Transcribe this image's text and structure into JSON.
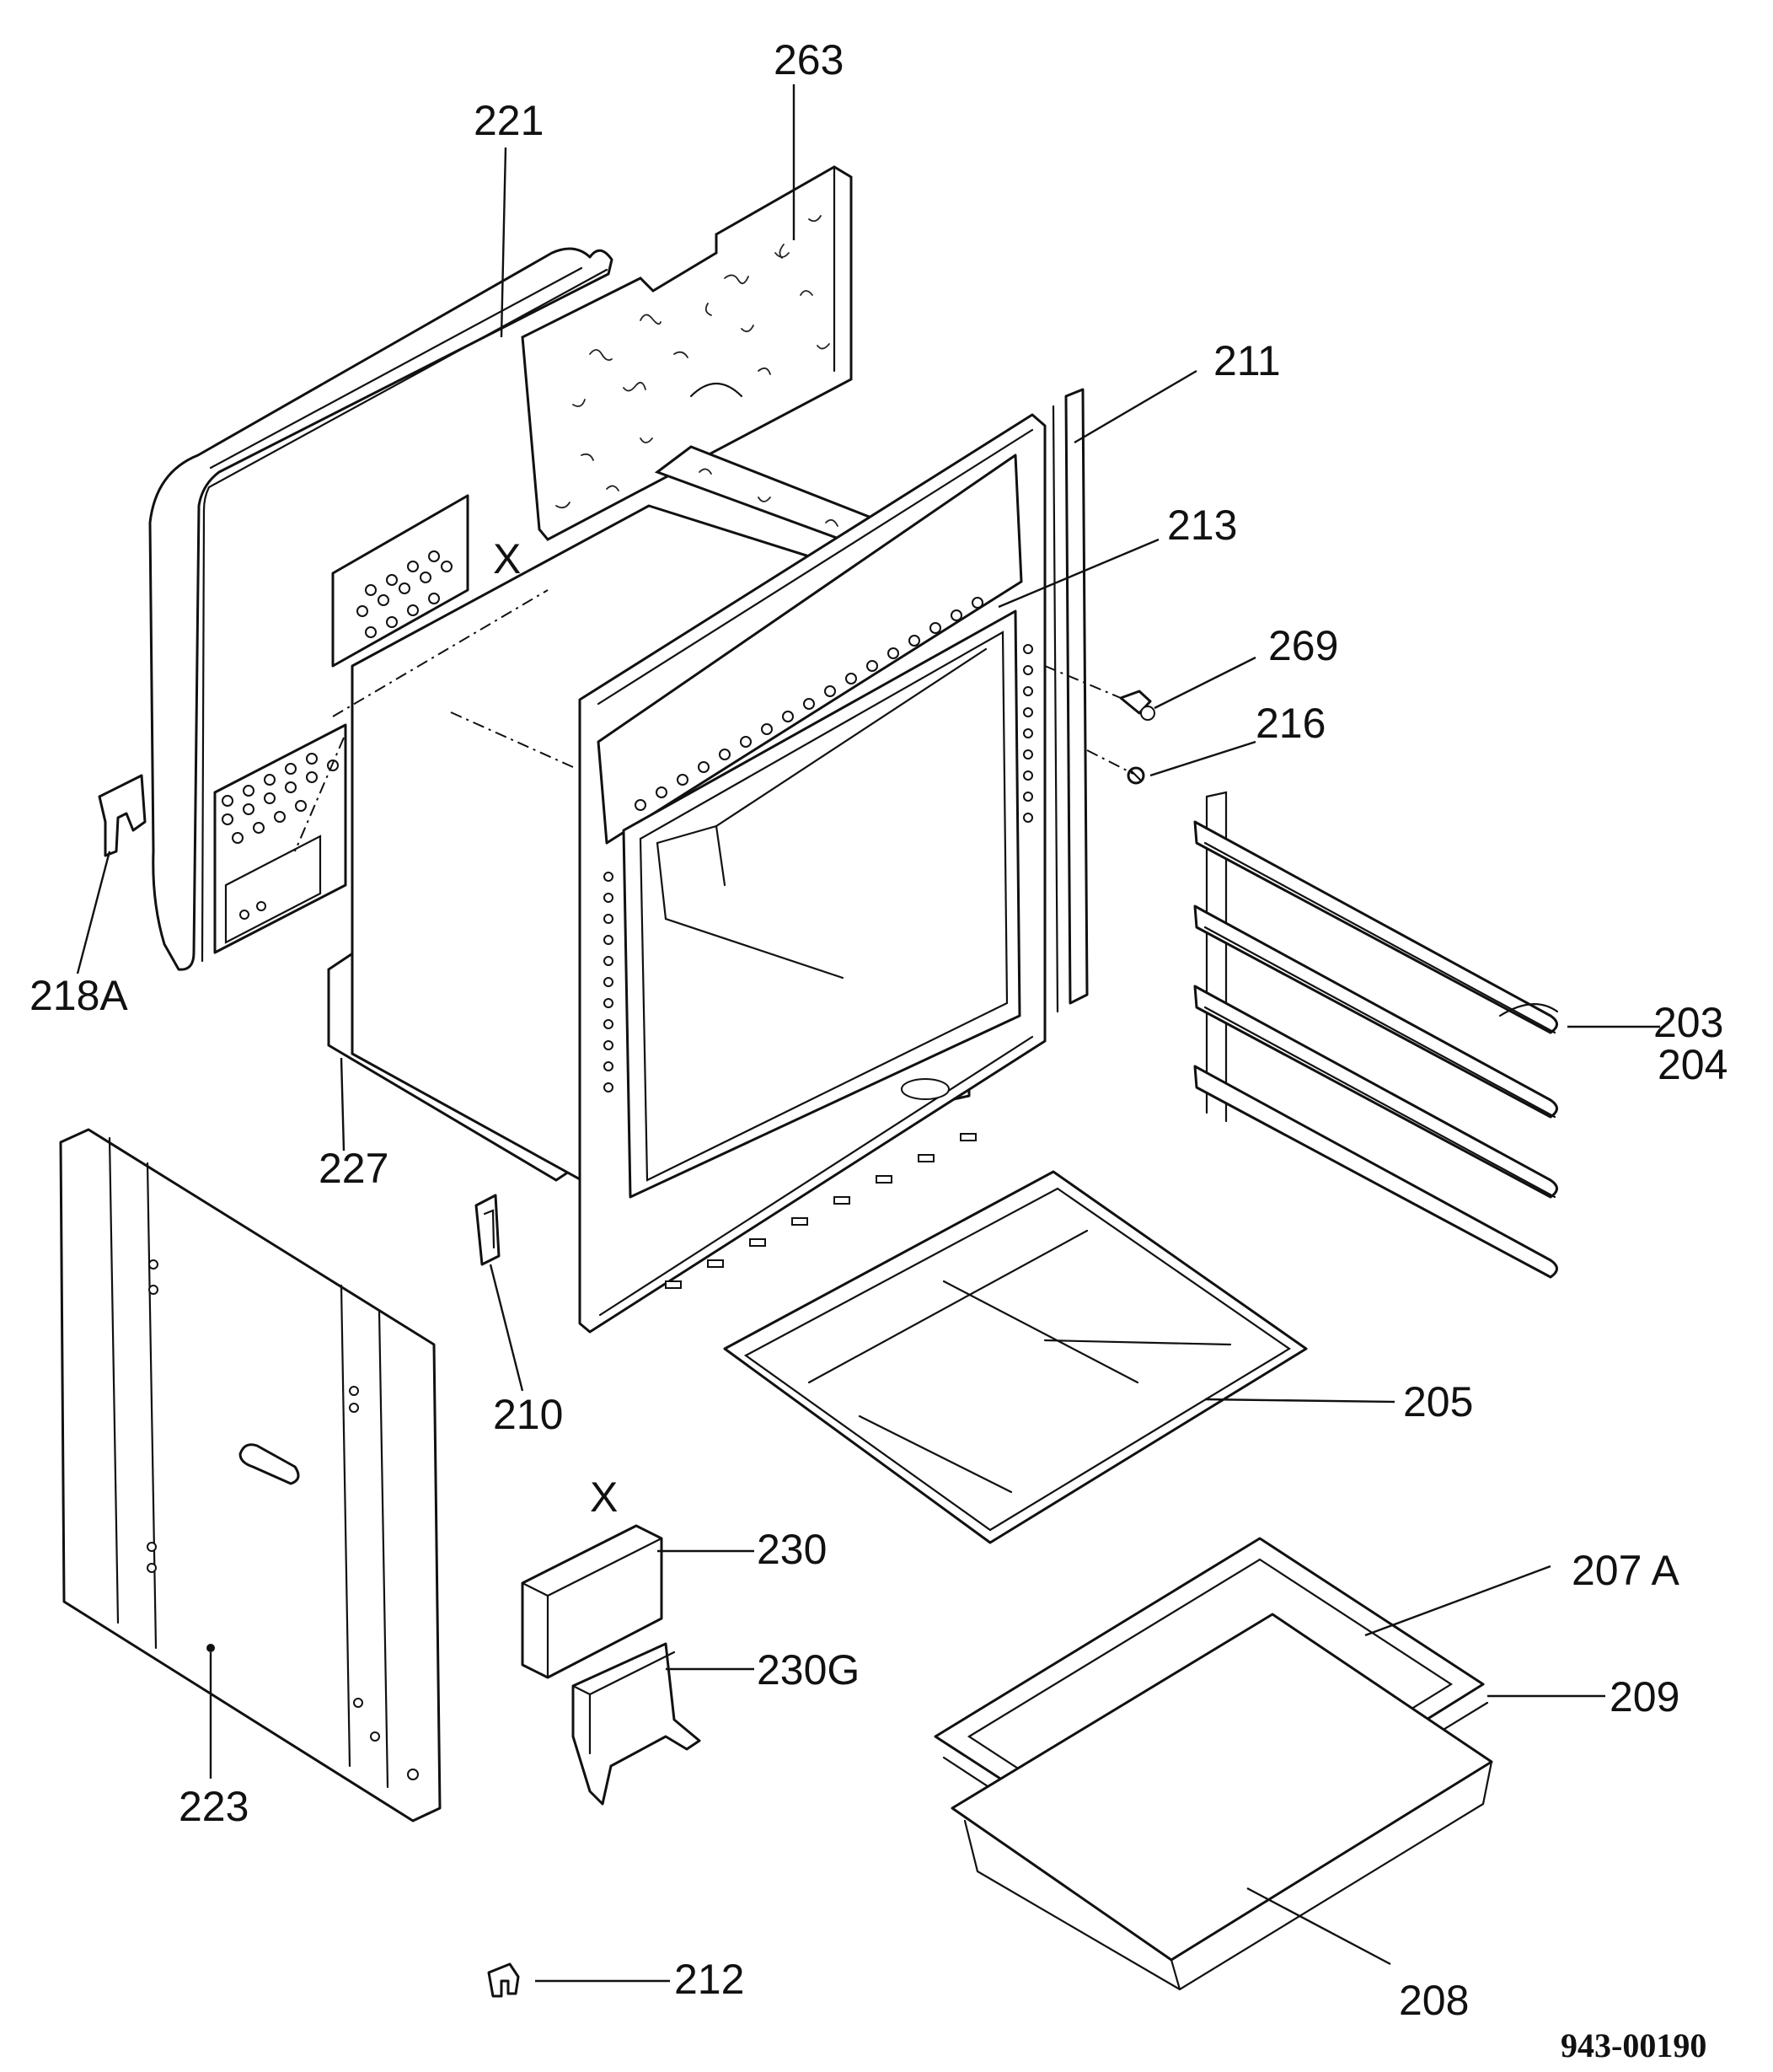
{
  "labels": {
    "p263": "263",
    "p221": "221",
    "p211": "211",
    "p213": "213",
    "p269": "269",
    "p216": "216",
    "p218A": "218A",
    "p203": "203",
    "p204": "204",
    "p227": "227",
    "p210": "210",
    "p205": "205",
    "p223": "223",
    "x_top": "X",
    "x_bottom": "X",
    "p230": "230",
    "p230G": "230G",
    "p207A": "207 A",
    "p209": "209",
    "p208": "208",
    "p212": "212"
  },
  "drawing_code": "943-00190"
}
